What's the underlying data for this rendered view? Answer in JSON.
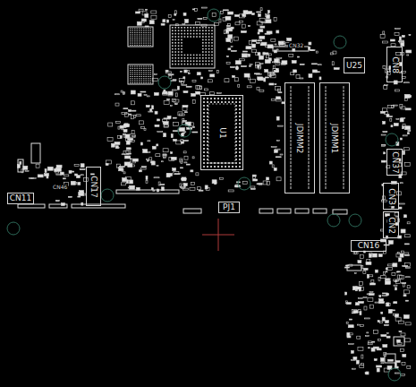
{
  "diagram": {
    "nodes": [
      {
        "text": [
          "CN8"
        ]
      },
      {
        "text": [
          "U25"
        ]
      },
      {
        "text": [
          "U1"
        ]
      },
      {
        "text": [
          "JDIMM2"
        ]
      },
      {
        "text": [
          "JDIMM1"
        ]
      },
      {
        "text": [
          "CN37"
        ]
      },
      {
        "text": [
          "CN3"
        ]
      },
      {
        "text": [
          "CN2"
        ]
      },
      {
        "text": [
          "CN16"
        ]
      },
      {
        "text": [
          "CN17"
        ]
      },
      {
        "text": [
          "PJ1"
        ]
      },
      {
        "text": [
          "CN11"
        ]
      }
    ],
    "labels": [
      "CN46",
      "CN32"
    ]
  }
}
